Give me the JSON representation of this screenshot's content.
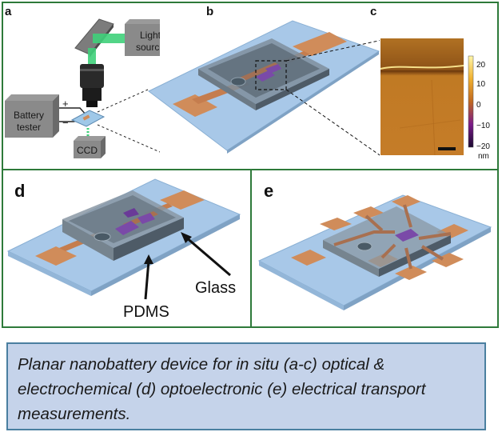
{
  "panels": {
    "a": {
      "label": "a",
      "light_source": [
        "Light",
        "source"
      ],
      "battery_tester": [
        "Battery",
        "tester"
      ],
      "plus": "+",
      "minus": "−",
      "ccd": "CCD"
    },
    "b": {
      "label": "b"
    },
    "c": {
      "label": "c",
      "colorbar_ticks": [
        "20",
        "10",
        "0",
        "−10",
        "−20"
      ],
      "colorbar_unit": "nm"
    },
    "d": {
      "label": "d",
      "glass": "Glass",
      "pdms": "PDMS"
    },
    "e": {
      "label": "e"
    }
  },
  "caption": {
    "text": "Planar nanobattery device for in situ (a-c) optical & electrochemical (d) optoelectronic (e) electrical transport measurements."
  },
  "colors": {
    "frame": "#2e7a3a",
    "substrate": "#a8c8e8",
    "copper": "#d08c5a",
    "caption_bg": "#c5d3ea",
    "active_material": "#7a4aa8"
  }
}
